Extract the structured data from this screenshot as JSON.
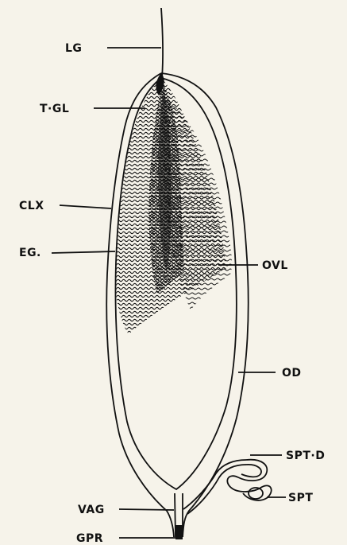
{
  "diagram": {
    "labels": {
      "lg": "LG",
      "tgl": "T·GL",
      "clx": "CLX",
      "eg": "EG.",
      "ovl": "OVL",
      "od": "OD",
      "sptd": "SPT·D",
      "spt": "SPT",
      "vag": "VAG",
      "gpr": "GPR"
    },
    "colors": {
      "ink": "#111111",
      "paper": "#f6f3ea"
    }
  }
}
